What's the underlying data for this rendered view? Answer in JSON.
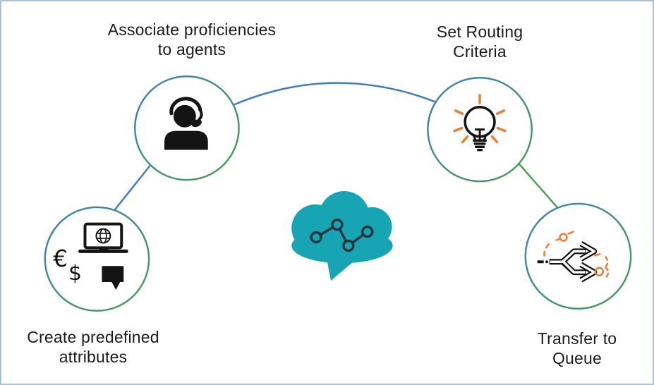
{
  "diagram": {
    "type": "workflow-diagram",
    "steps": [
      {
        "id": "create-predefined-attributes",
        "label": "Create predefined\nattributes",
        "icon": "laptop-globe-currency-chat-icon"
      },
      {
        "id": "associate-proficiencies",
        "label": "Associate proficiencies\nto agents",
        "icon": "support-agent-headset-icon"
      },
      {
        "id": "set-routing-criteria",
        "label": "Set Routing\nCriteria",
        "icon": "lightbulb-idea-icon"
      },
      {
        "id": "transfer-to-queue",
        "label": "Transfer to\nQueue",
        "icon": "branching-arrows-icon"
      }
    ],
    "center_logo": {
      "icon": "teal-cloud-analytics-logo"
    },
    "icon_glyphs": {
      "euro": "€",
      "dollar": "$"
    },
    "colors": {
      "ring_blue": "#3f7fc1",
      "ring_green": "#47a14a",
      "connector_blue": "#3e7dbf",
      "connector_green": "#4ea24e",
      "accent_orange": "#ed7d31",
      "logo_teal": "#17a5b4",
      "logo_line_dark": "#22343c",
      "icon_black": "#141414",
      "text_color": "#1a1a1a",
      "page_border": "#a9c2d4"
    }
  }
}
